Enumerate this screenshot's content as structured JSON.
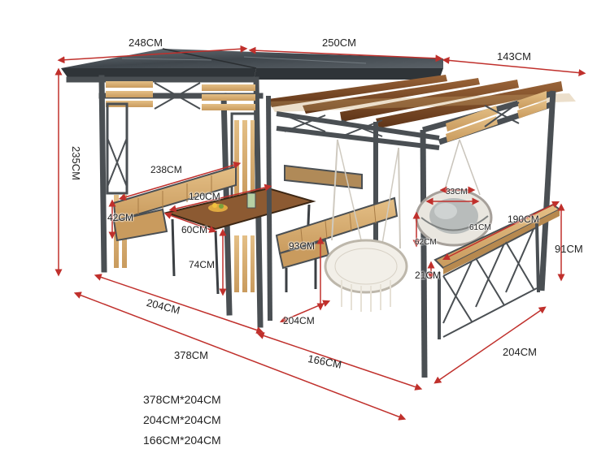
{
  "colors": {
    "dimension_line": "#c0302c",
    "frame": "#555a5e",
    "frame_dark": "#3b3f43",
    "roof": "#4a5157",
    "slat_wood": "#d9b27a",
    "beam_wood": "#7b4a2a",
    "table_top": "#8c5a32",
    "cushion": "#cfd2d0",
    "rope": "#f2efe8",
    "label_text": "#222222"
  },
  "dimensions": {
    "top_left_width": "248CM",
    "top_middle_width": "250CM",
    "top_right_depth": "143CM",
    "overall_height": "235CM",
    "bench_length": "238CM",
    "table_length": "120CM",
    "bench_seat_height": "42CM",
    "table_width": "60CM",
    "table_height": "74CM",
    "swing_chair_height": "93CM",
    "swing_chair_depth": "204CM",
    "egg_chair_inner": "33CM",
    "egg_chair_width": "61CM",
    "egg_chair_depth": "62CM",
    "bar_counter_length": "190CM",
    "bar_counter_depth": "21CM",
    "bar_counter_height": "91CM",
    "left_section_depth": "204CM",
    "overall_length": "378CM",
    "right_section_length": "166CM",
    "right_section_depth": "204CM"
  },
  "size_options": [
    "378CM*204CM",
    "204CM*204CM",
    "166CM*204CM"
  ],
  "icons": {
    "gazebo_illustration": "gazebo-illustration-icon"
  }
}
